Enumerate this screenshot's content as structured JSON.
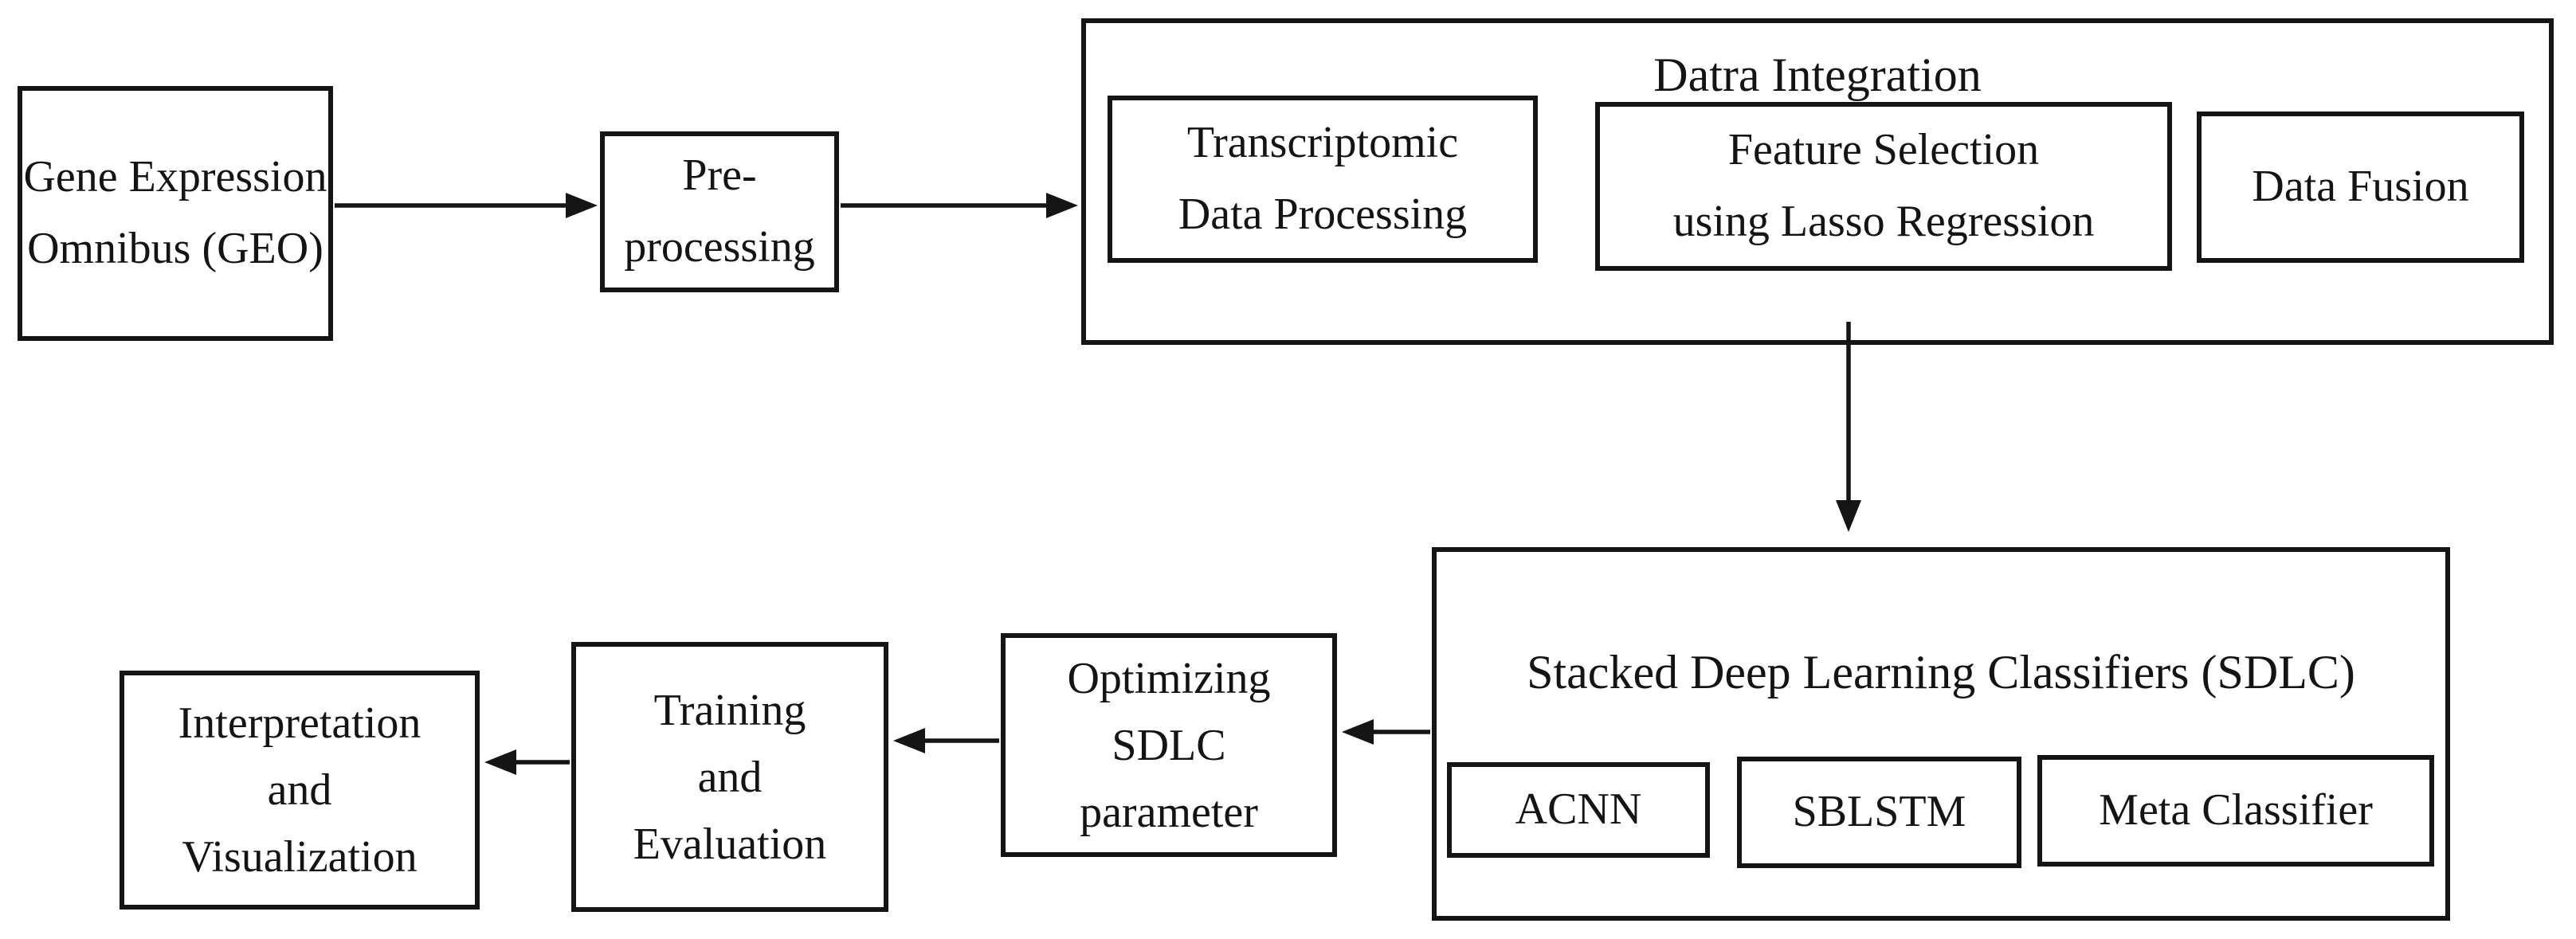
{
  "canvas": {
    "background": "#ffffff",
    "ink": "#141414"
  },
  "nodes": {
    "geo": {
      "label": "Gene Expression\nOmnibus (GEO)"
    },
    "preprocessing": {
      "label": "Pre-\nprocessing"
    },
    "data_integration_group": {
      "title": "Datra Integration"
    },
    "transcriptomic": {
      "label": "Transcriptomic\nData Processing"
    },
    "feature_selection": {
      "label": "Feature Selection\nusing Lasso Regression"
    },
    "data_fusion": {
      "label": "Data Fusion"
    },
    "sdlc_group": {
      "title": "Stacked Deep Learning Classifiers (SDLC)"
    },
    "acnn": {
      "label": "ACNN"
    },
    "sblstm": {
      "label": "SBLSTM"
    },
    "meta_classifier": {
      "label": "Meta Classifier"
    },
    "optimizing": {
      "label": "Optimizing\nSDLC\nparameter"
    },
    "training": {
      "label": "Training\nand\nEvaluation"
    },
    "interpretation": {
      "label": "Interpretation\nand\nVisualization"
    }
  },
  "edges": [
    {
      "from": "geo",
      "to": "preprocessing"
    },
    {
      "from": "preprocessing",
      "to": "data_integration_group"
    },
    {
      "from": "feature_selection",
      "to": "sdlc_group"
    },
    {
      "from": "sdlc_group",
      "to": "optimizing"
    },
    {
      "from": "optimizing",
      "to": "training"
    },
    {
      "from": "training",
      "to": "interpretation"
    }
  ]
}
